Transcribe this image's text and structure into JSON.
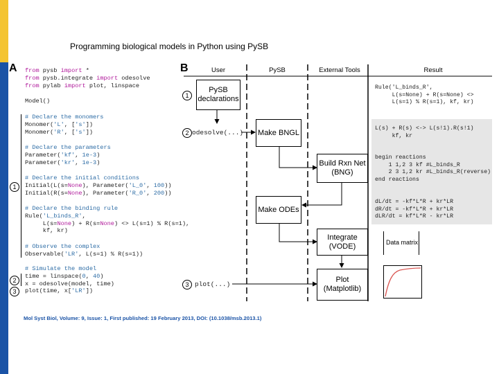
{
  "slide": {
    "title": "Programming biological models in Python using PySB",
    "footer": "Mol Syst Biol, Volume: 9, Issue: 1, First published: 19 February 2013, DOI: (10.1038/msb.2013.1)"
  },
  "panel_a": {
    "letter": "A",
    "markers": {
      "one": "1",
      "two": "2",
      "three": "3"
    }
  },
  "panel_b": {
    "letter": "B",
    "columns": [
      "User",
      "PySB",
      "External Tools",
      "Result"
    ],
    "markers": {
      "one": "1",
      "two": "2",
      "three": "3"
    },
    "user_labels": {
      "odesolve": "odesolve(...)",
      "plot": "plot(...)"
    },
    "boxes": {
      "pysb_declarations": "PySB\ndeclarations",
      "make_bngl": "Make BNGL",
      "build_rxn_net": "Build Rxn Net\n(BNG)",
      "make_odes": "Make ODEs",
      "integrate": "Integrate\n(VODE)",
      "plot": "Plot\n(Matplotlib)"
    },
    "results": {
      "rule": "Rule('L_binds_R',\n     L(s=None) + R(s=None) <>\n     L(s=1) % R(s=1), kf, kr)",
      "bngl": "L(s) + R(s) <-> L(s!1).R(s!1)\n     kf, kr",
      "reactions": "begin reactions\n    1 1,2 3 kf #L_binds_R\n    2 3 1,2 kr #L_binds_R(reverse)\nend reactions",
      "odes": "dL/dt = -kf*L*R + kr*LR\ndR/dt = -kf*L*R + kr*LR\ndLR/dt = kf*L*R - kr*LR",
      "data_matrix": "Data matrix"
    }
  },
  "colors": {
    "side_bar": "#1a53a6",
    "side_bar_accent": "#f4c430",
    "plot_curve": "#d9534f"
  }
}
